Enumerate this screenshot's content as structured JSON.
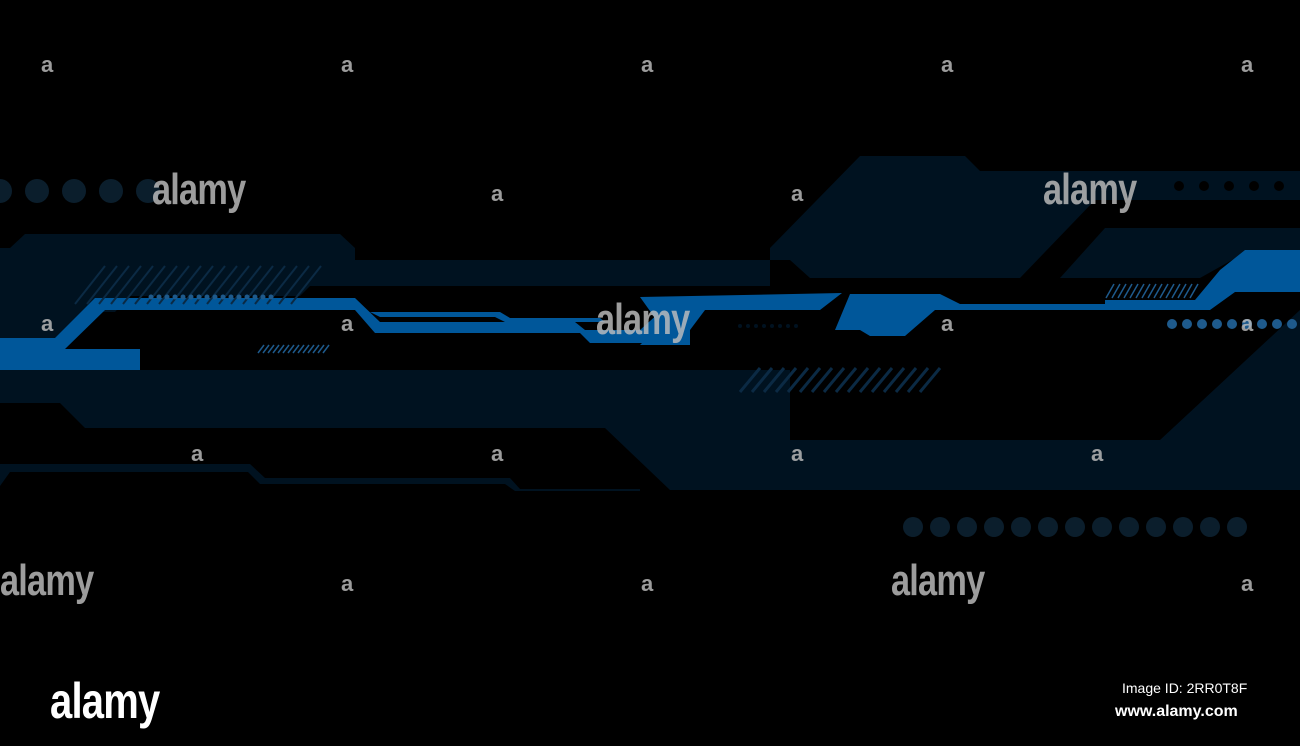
{
  "colors": {
    "background": "#000000",
    "dark_navy": "#001220",
    "blue_accent": "#00579a",
    "dots": "#0b1e2c",
    "watermark": "#bebebe",
    "footer_text": "#ffffff"
  },
  "watermarks": {
    "logo_text": "alamy",
    "small_text": "a"
  },
  "footer": {
    "logo": "alamy",
    "image_id": "Image ID: 2RR0T8F",
    "url": "www.alamy.com"
  }
}
